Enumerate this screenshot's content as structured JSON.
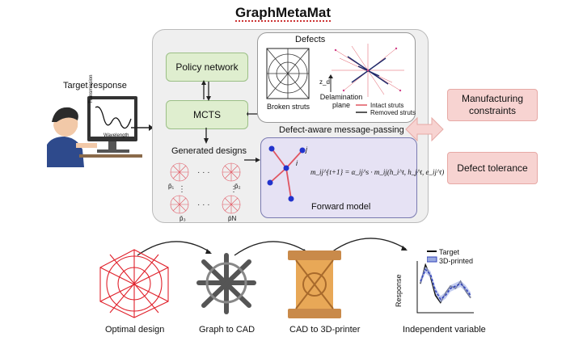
{
  "title": "GraphMetaMat",
  "target_response": {
    "label": "Target response",
    "monitor_ylabel": "Transmission",
    "monitor_xlabel": "Wavelength"
  },
  "pipeline": {
    "policy_network": "Policy network",
    "mcts": "MCTS",
    "generated_designs": "Generated designs",
    "design_labels": [
      "p̄₁",
      "p̄₂",
      "p̄₃",
      "p̄N"
    ]
  },
  "defects": {
    "title": "Defects",
    "broken_struts": "Broken struts",
    "delamination_plane": "Delamination plane",
    "zd": "z_d",
    "legend_intact": "Intact struts",
    "legend_removed": "Removed struts",
    "color_intact": "#e05561",
    "color_removed": "#222222"
  },
  "message_passing": {
    "title": "Defect-aware message-passing",
    "node_i": "i",
    "node_j": "j",
    "equation": "m_ij^{t+1} = α_ij^s · m_ij(h_i^t, h_j^t, e_ij^t)",
    "forward_model": "Forward model"
  },
  "constraints": {
    "manufacturing": "Manufacturing constraints",
    "defect_tolerance": "Defect tolerance"
  },
  "bottom_steps": [
    "Optimal design",
    "Graph to CAD",
    "CAD to 3D-printer"
  ],
  "chart": {
    "ylabel": "Response",
    "xlabel": "Independent variable",
    "legend_target": "Target",
    "legend_printed": "3D-printed"
  },
  "chart_data": {
    "type": "line",
    "xlabel": "Independent variable",
    "ylabel": "Response",
    "series": [
      {
        "name": "Target",
        "values": [
          0.55,
          0.95,
          0.7,
          0.3,
          0.15,
          0.35,
          0.5,
          0.45,
          0.6,
          0.4,
          0.25
        ]
      },
      {
        "name": "3D-printed",
        "values": [
          0.6,
          0.85,
          0.75,
          0.4,
          0.22,
          0.3,
          0.45,
          0.5,
          0.55,
          0.45,
          0.3
        ]
      }
    ]
  }
}
